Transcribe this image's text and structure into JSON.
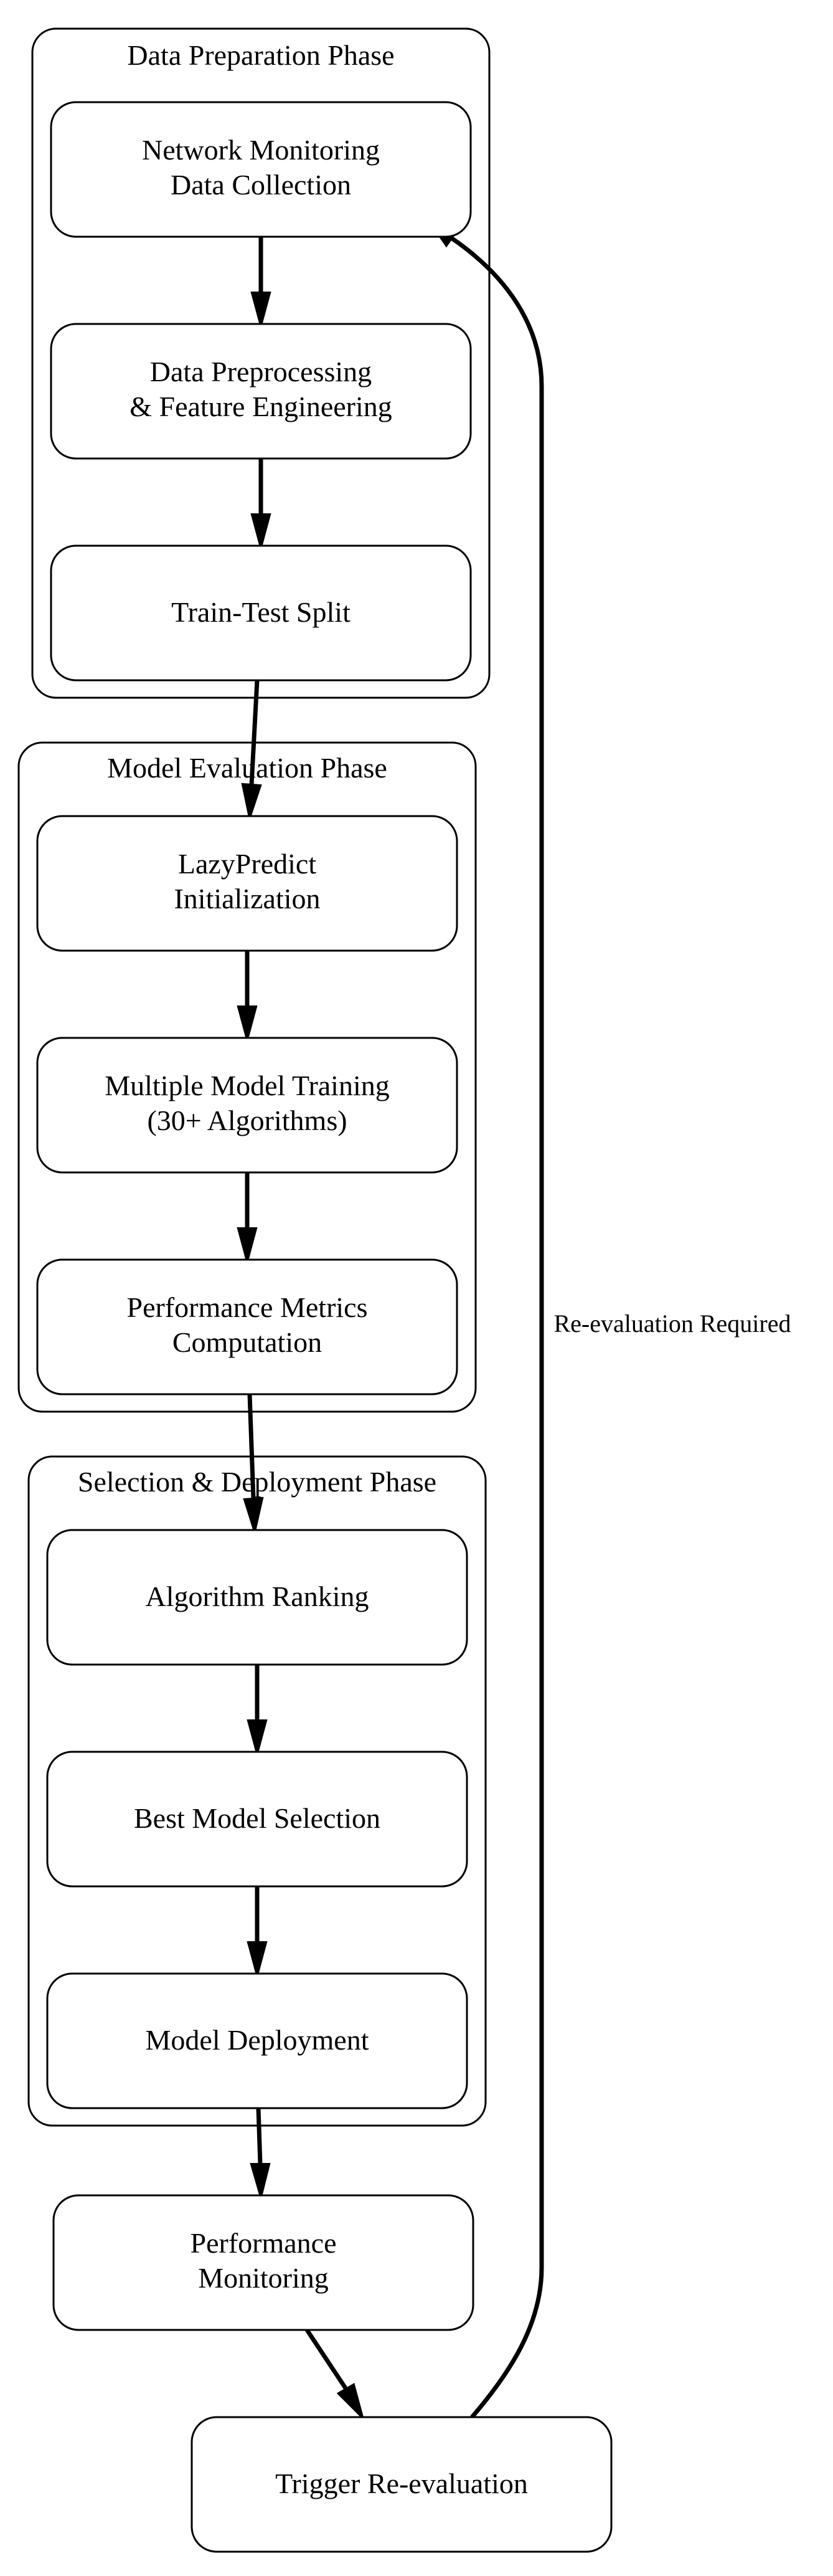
{
  "clusters": {
    "data_prep": {
      "label": "Data Preparation Phase"
    },
    "model_eval": {
      "label": "Model Evaluation Phase"
    },
    "selection": {
      "label": "Selection & Deployment Phase"
    }
  },
  "nodes": {
    "collection": {
      "line1": "Network Monitoring",
      "line2": "Data Collection"
    },
    "preprocessing": {
      "line1": "Data Preprocessing",
      "line2": "& Feature Engineering"
    },
    "split": {
      "line1": "Train-Test Split"
    },
    "lazypredict": {
      "line1": "LazyPredict",
      "line2": "Initialization"
    },
    "training": {
      "line1": "Multiple Model Training",
      "line2": "(30+ Algorithms)"
    },
    "metrics": {
      "line1": "Performance Metrics",
      "line2": "Computation"
    },
    "ranking": {
      "line1": "Algorithm Ranking"
    },
    "best_model": {
      "line1": "Best Model Selection"
    },
    "deployment": {
      "line1": "Model Deployment"
    },
    "monitoring": {
      "line1": "Performance",
      "line2": "Monitoring"
    },
    "reevaluation": {
      "line1": "Trigger Re-evaluation"
    }
  },
  "edges": {
    "feedback": {
      "label": "Re-evaluation Required"
    }
  }
}
